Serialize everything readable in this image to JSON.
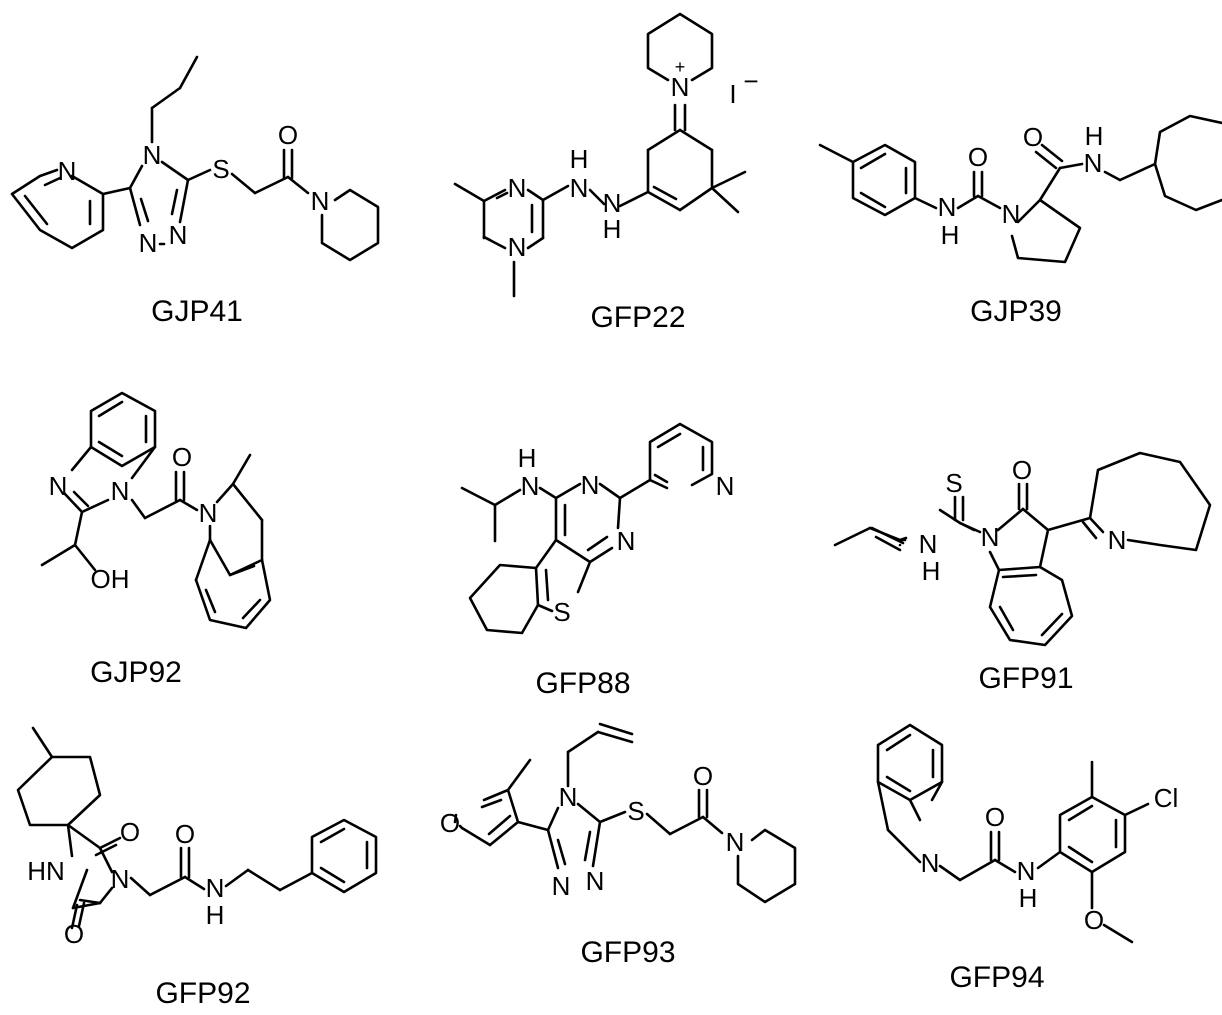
{
  "compounds": [
    {
      "id": "GJP41",
      "atoms": {
        "n_pyridine": "N",
        "n4": "N",
        "n1": "N",
        "n2": "N",
        "s": "S",
        "o": "O",
        "n_pip": "N"
      }
    },
    {
      "id": "GFP22",
      "atoms": {
        "n_pym1": "N",
        "n_pym2": "N",
        "h1": "H",
        "nh1": "N",
        "nh2": "N",
        "h2": "H",
        "n_plus": "N",
        "plus": "+",
        "iodide": "I",
        "minus": "−"
      }
    },
    {
      "id": "GJP39",
      "atoms": {
        "nh_urea": "N",
        "h_urea": "H",
        "o_urea": "O",
        "n_pro": "N",
        "o_amide": "O",
        "nh_amide": "N",
        "h_amide": "H"
      }
    },
    {
      "id": "GJP92",
      "atoms": {
        "n3": "N",
        "n1": "N",
        "o": "O",
        "oh": "OH",
        "n_ind": "N"
      }
    },
    {
      "id": "GFP88",
      "atoms": {
        "h": "H",
        "nh": "N",
        "n_top": "N",
        "n_right": "N",
        "n_pyr": "N",
        "s": "S"
      }
    },
    {
      "id": "GFP91",
      "atoms": {
        "s": "S",
        "o": "O",
        "nh": "N",
        "h": "H",
        "n_ind": "N",
        "n_aze": "N"
      }
    },
    {
      "id": "GFP92",
      "atoms": {
        "o_top": "O",
        "hn": "HN",
        "n3": "N",
        "o_bottom": "O",
        "o_amide": "O",
        "nh": "N",
        "h": "H"
      }
    },
    {
      "id": "GFP93",
      "atoms": {
        "o_furan": "O",
        "n4": "N",
        "n1": "N",
        "n2": "N",
        "s": "S",
        "o": "O",
        "n_pip": "N"
      }
    },
    {
      "id": "GFP94",
      "atoms": {
        "n_ind": "N",
        "o": "O",
        "nh": "N",
        "h": "H",
        "cl": "Cl",
        "o_me": "O"
      }
    }
  ]
}
